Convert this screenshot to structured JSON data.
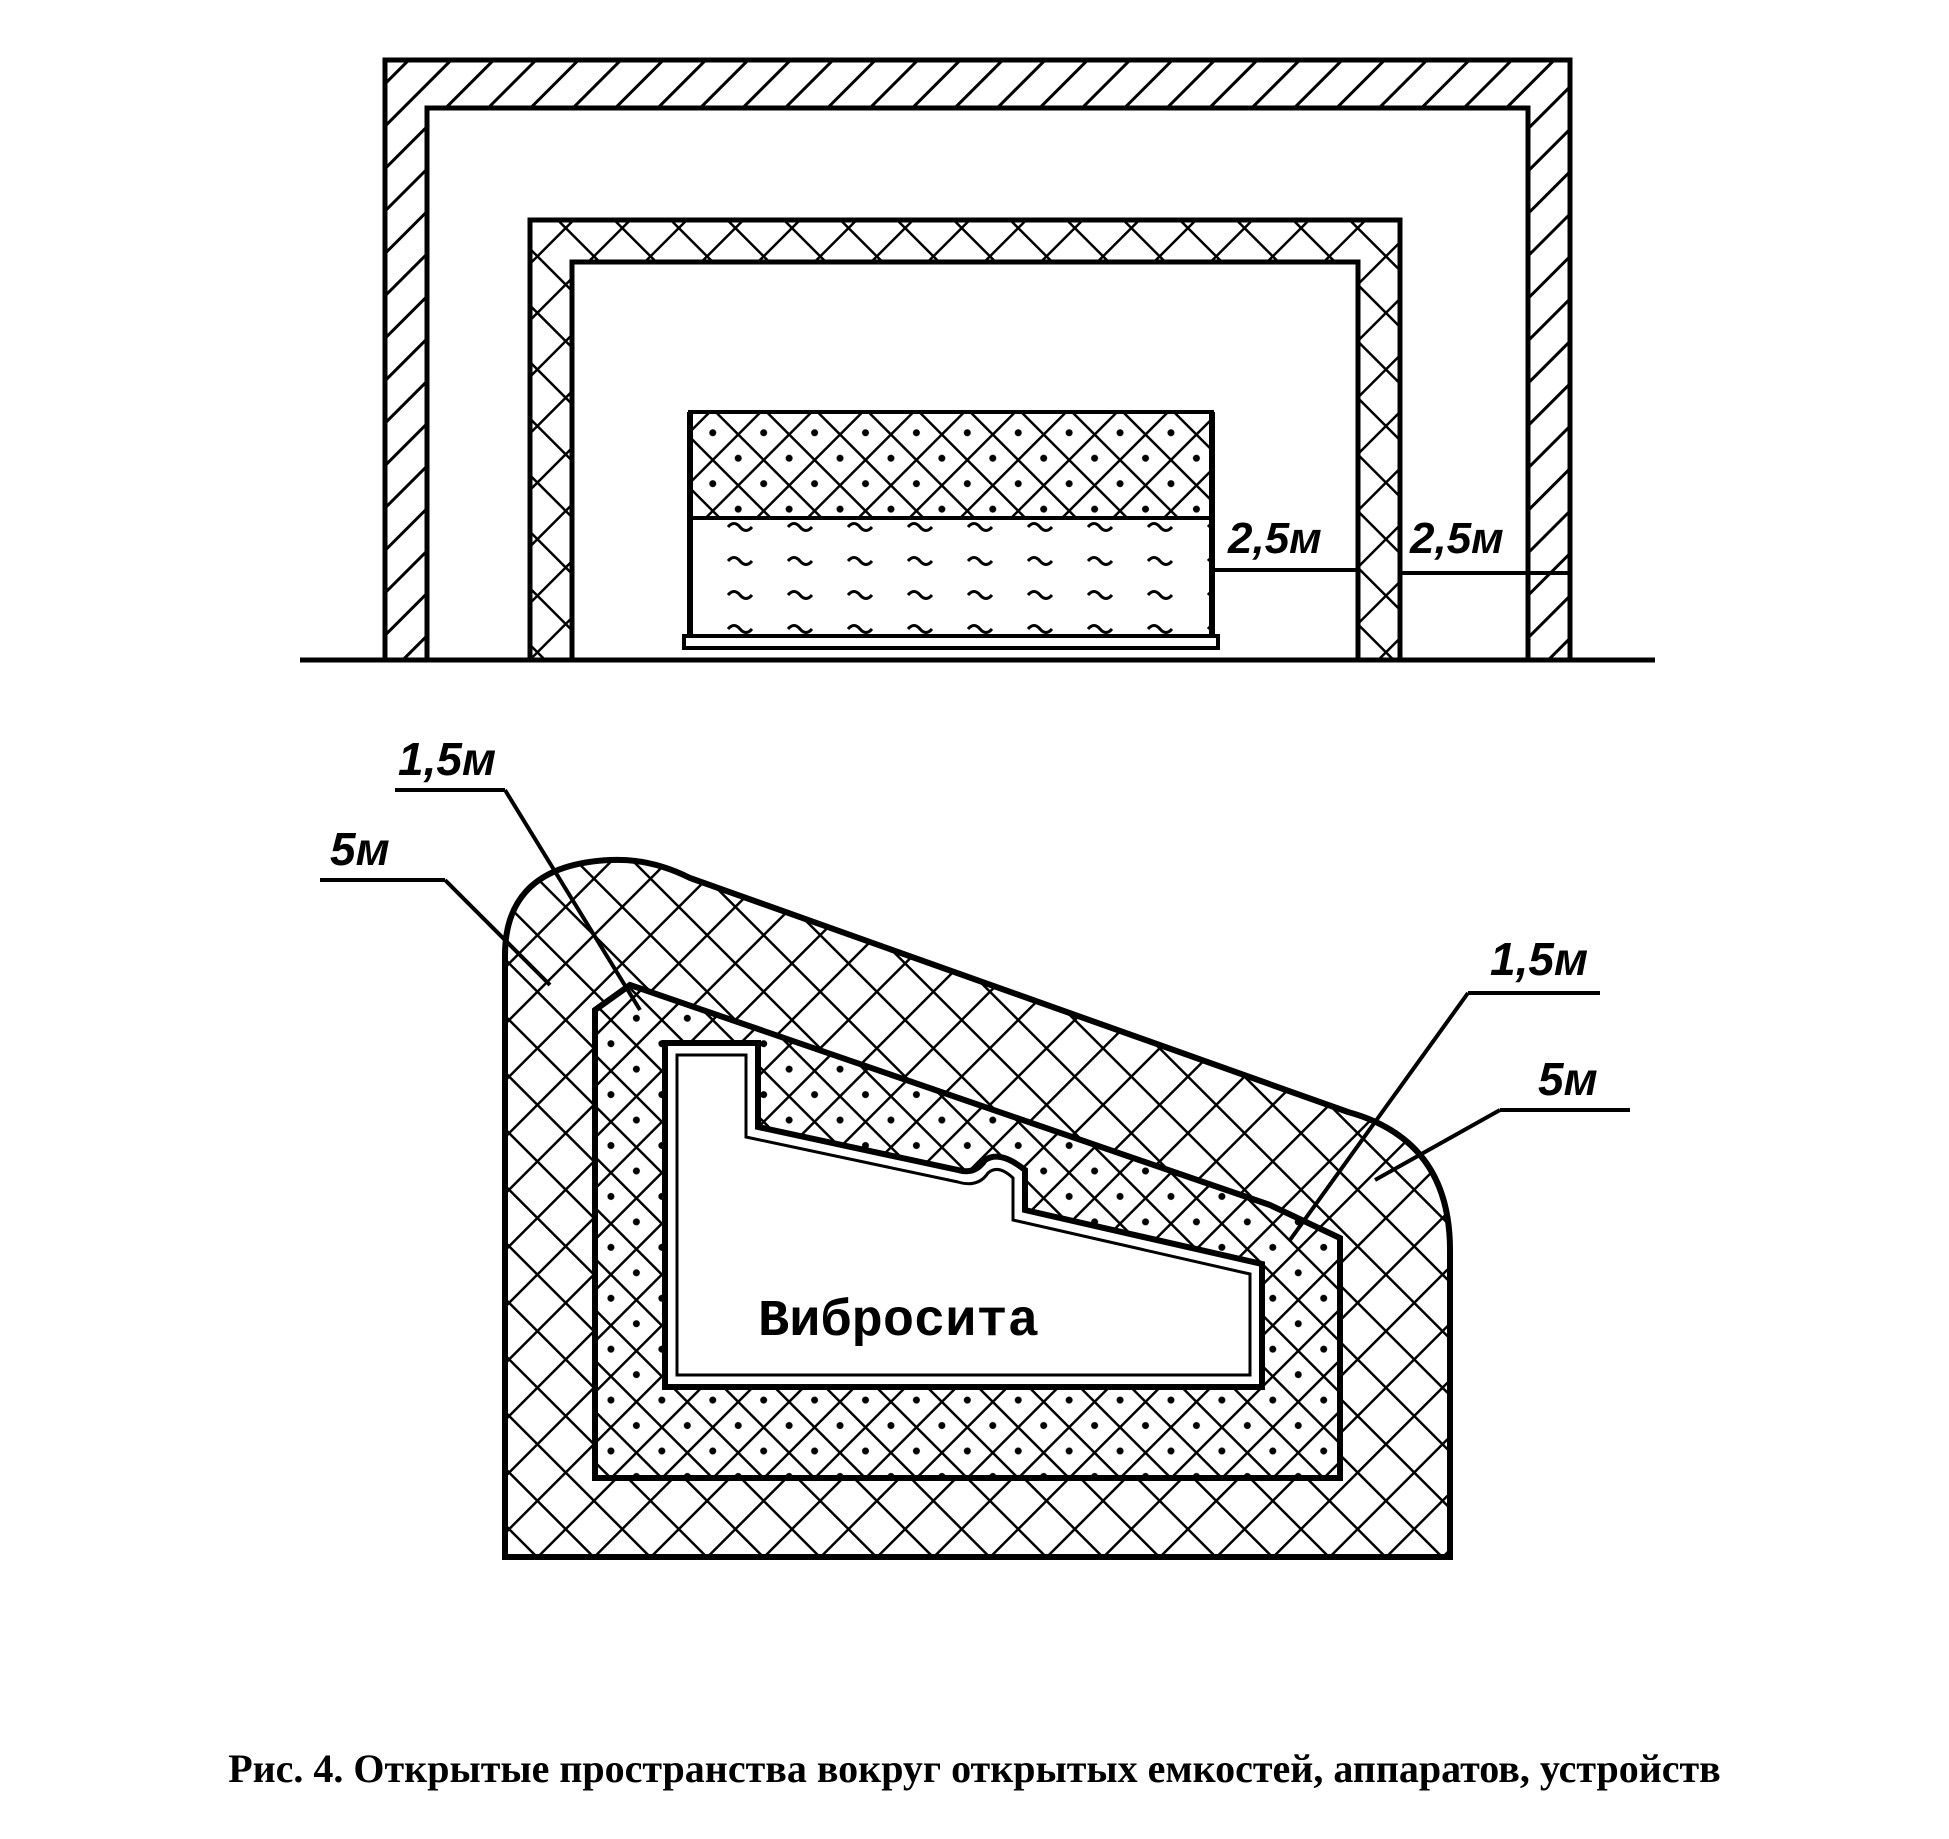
{
  "side_view": {
    "dim_left": "2,5м",
    "dim_right": "2,5м"
  },
  "plan_view": {
    "center_label": "Виброcита",
    "label_left_inner": "1,5м",
    "label_left_outer": "5м",
    "label_right_inner": "1,5м",
    "label_right_outer": "5м"
  },
  "caption": "Рис. 4. Открытые пространства вокруг открытых емкостей, аппаратов, устройств",
  "colors": {
    "ink": "#000000",
    "paper": "#ffffff"
  }
}
